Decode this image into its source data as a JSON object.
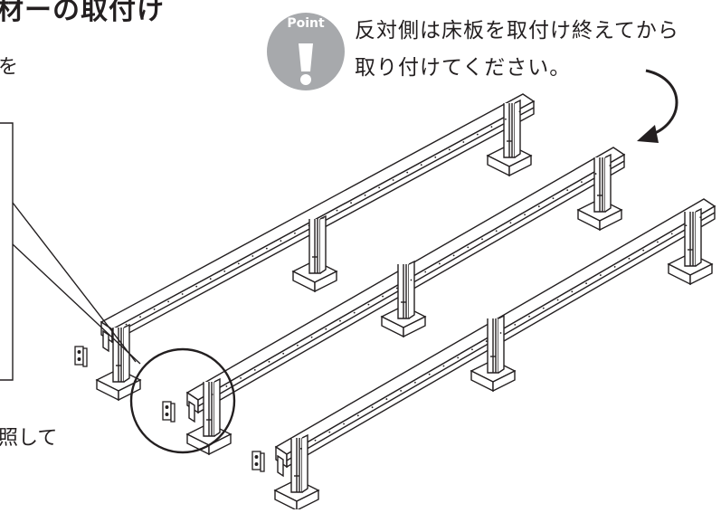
{
  "heading": "材ーの取付け",
  "left_fragment": "を",
  "reference_fragment": "照して",
  "point": {
    "label": "Point",
    "note_line1": "反対側は床板を取付け終えてから",
    "note_line2": "取り付けてください。",
    "icon": "exclamation-icon"
  },
  "colors": {
    "badge": "#a7a9ac",
    "line": "#231f20"
  }
}
